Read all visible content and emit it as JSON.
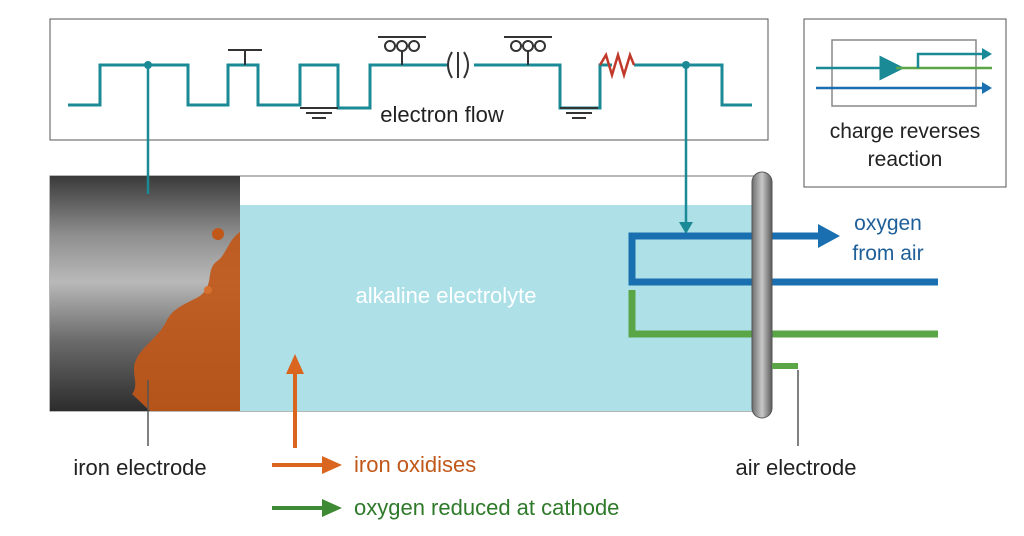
{
  "circuit": {
    "label": "electron flow"
  },
  "inset": {
    "line1": "charge reverses",
    "line2": "reaction"
  },
  "cell": {
    "electrolyte_label": "alkaline electrolyte",
    "oxygen_label_line1": "oxygen",
    "oxygen_label_line2": "from air",
    "iron_electrode_label": "iron electrode",
    "air_electrode_label": "air electrode"
  },
  "legend": {
    "items": [
      {
        "label": "iron oxidises",
        "color": "#d9651e"
      },
      {
        "label": "oxygen reduced at cathode",
        "color": "#3f8a34"
      }
    ]
  },
  "colors": {
    "wire": "#1a8a96",
    "oxygen_arrow": "#1a6fb0",
    "oxygen_text": "#1f5f99",
    "green": "#5aa546",
    "rust": "#c0581a",
    "electrolyte": "#aee0e8"
  }
}
